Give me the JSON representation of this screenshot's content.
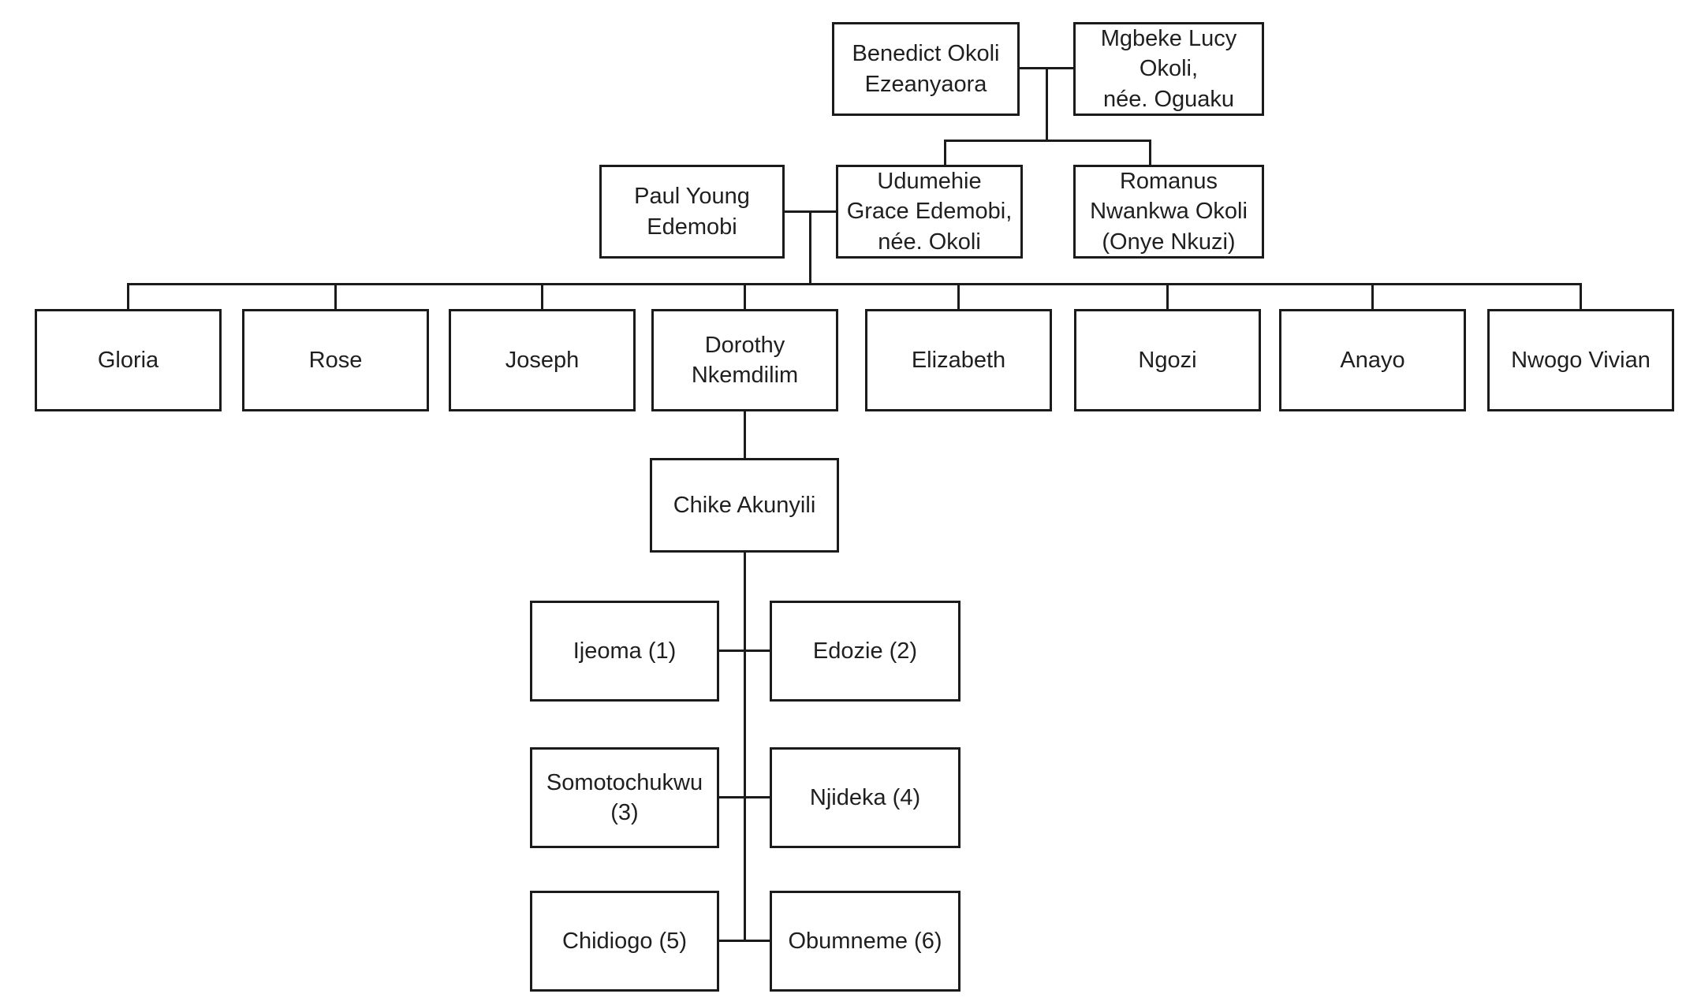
{
  "family_tree": {
    "generation_1": {
      "benedict": {
        "label": "Benedict Okoli\nEzeanyaora"
      },
      "mgbeke": {
        "label": "Mgbeke Lucy\nOkoli,\nnée. Oguaku"
      }
    },
    "generation_2": {
      "paul": {
        "label": "Paul Young\nEdemobi"
      },
      "udumehie": {
        "label": "Udumehie\nGrace Edemobi,\nnée. Okoli"
      },
      "romanus": {
        "label": "Romanus\nNwankwa Okoli\n(Onye Nkuzi)"
      }
    },
    "generation_3": {
      "gloria": {
        "label": "Gloria"
      },
      "rose": {
        "label": "Rose"
      },
      "joseph": {
        "label": "Joseph"
      },
      "dorothy": {
        "label": "Dorothy\nNkemdilim"
      },
      "elizabeth": {
        "label": "Elizabeth"
      },
      "ngozi": {
        "label": "Ngozi"
      },
      "anayo": {
        "label": "Anayo"
      },
      "nwogo": {
        "label": "Nwogo Vivian"
      }
    },
    "generation_3_spouse": {
      "chike": {
        "label": "Chike Akunyili"
      }
    },
    "generation_4": {
      "ijeoma": {
        "label": "Ijeoma (1)"
      },
      "edozie": {
        "label": "Edozie (2)"
      },
      "somotochukwu": {
        "label": "Somotochukwu\n(3)"
      },
      "njideka": {
        "label": "Njideka (4)"
      },
      "chidiogo": {
        "label": "Chidiogo (5)"
      },
      "obumneme": {
        "label": "Obumneme (6)"
      }
    }
  },
  "colors": {
    "background": "#ffffff",
    "box_border": "#1b1b1b",
    "line": "#1b1b1b",
    "text": "#1f1f1f"
  }
}
